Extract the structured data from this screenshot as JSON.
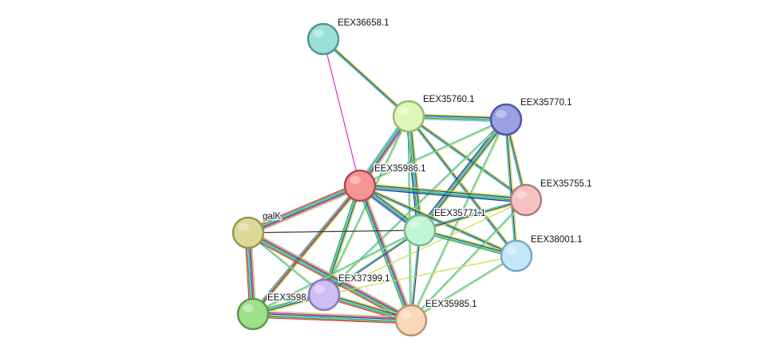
{
  "network": {
    "nodes": [
      {
        "id": "EEX36658.1",
        "label": "EEX36658.1",
        "color": "#9be0d6",
        "stroke": "#4f9b92"
      },
      {
        "id": "EEX35760.1",
        "label": "EEX35760.1",
        "color": "#def7b8",
        "stroke": "#9ab87a"
      },
      {
        "id": "EEX35770.1",
        "label": "EEX35770.1",
        "color": "#9aa0e2",
        "stroke": "#4e55a8"
      },
      {
        "id": "EEX35986.1",
        "label": "EEX35986.1",
        "color": "#f59494",
        "stroke": "#b04a4a"
      },
      {
        "id": "EEX35755.1",
        "label": "EEX35755.1",
        "color": "#f6c2c2",
        "stroke": "#b07c7c"
      },
      {
        "id": "galK",
        "label": "galK",
        "color": "#dcd898",
        "stroke": "#999650"
      },
      {
        "id": "EEX35771.1",
        "label": "EEX35771.1",
        "color": "#c2f5d6",
        "stroke": "#7bb894"
      },
      {
        "id": "EEX38001.1",
        "label": "EEX38001.1",
        "color": "#c4e6f8",
        "stroke": "#7aa8c0"
      },
      {
        "id": "EEX37399.1",
        "label": "EEX37399.1",
        "color": "#cfbef4",
        "stroke": "#8a78b8"
      },
      {
        "id": "EEX3598",
        "label": "EEX3598",
        "color": "#9ee08c",
        "stroke": "#5a9c4a"
      },
      {
        "id": "EEX35985.1",
        "label": "EEX35985.1",
        "color": "#f8d8b6",
        "stroke": "#b8966e"
      }
    ],
    "edges": [
      {
        "source": "EEX36658.1",
        "target": "EEX35760.1",
        "types": [
          "textmining",
          "coexpression",
          "database"
        ]
      },
      {
        "source": "EEX36658.1",
        "target": "EEX35986.1",
        "types": [
          "experiments"
        ]
      },
      {
        "source": "EEX35760.1",
        "target": "EEX35770.1",
        "types": [
          "textmining",
          "coexpression",
          "database",
          "neighborhood",
          "homology"
        ]
      },
      {
        "source": "EEX35760.1",
        "target": "EEX35986.1",
        "types": [
          "textmining",
          "experiments",
          "coexpression",
          "database",
          "neighborhood",
          "homology"
        ]
      },
      {
        "source": "EEX35760.1",
        "target": "EEX35755.1",
        "types": [
          "textmining",
          "coexpression",
          "database"
        ]
      },
      {
        "source": "EEX35760.1",
        "target": "EEX35771.1",
        "types": [
          "textmining",
          "coexpression",
          "database",
          "neighborhood",
          "cooccurrence"
        ]
      },
      {
        "source": "EEX35760.1",
        "target": "EEX38001.1",
        "types": [
          "textmining",
          "coexpression",
          "database"
        ]
      },
      {
        "source": "EEX35760.1",
        "target": "EEX37399.1",
        "types": [
          "textmining",
          "database"
        ]
      },
      {
        "source": "EEX35760.1",
        "target": "EEX35985.1",
        "types": [
          "textmining",
          "database"
        ]
      },
      {
        "source": "EEX35770.1",
        "target": "EEX35986.1",
        "types": [
          "textmining",
          "database"
        ]
      },
      {
        "source": "EEX35770.1",
        "target": "EEX35755.1",
        "types": [
          "textmining",
          "coexpression",
          "database"
        ]
      },
      {
        "source": "EEX35770.1",
        "target": "EEX35771.1",
        "types": [
          "textmining",
          "coexpression",
          "database",
          "neighborhood",
          "cooccurrence"
        ]
      },
      {
        "source": "EEX35770.1",
        "target": "EEX38001.1",
        "types": [
          "textmining",
          "coexpression",
          "database"
        ]
      },
      {
        "source": "EEX35770.1",
        "target": "EEX37399.1",
        "types": [
          "textmining",
          "database"
        ]
      },
      {
        "source": "EEX35770.1",
        "target": "EEX35985.1",
        "types": [
          "textmining",
          "database"
        ]
      },
      {
        "source": "EEX35986.1",
        "target": "EEX35755.1",
        "types": [
          "textmining",
          "coexpression",
          "database",
          "neighborhood",
          "cooccurrence"
        ]
      },
      {
        "source": "EEX35986.1",
        "target": "galK",
        "types": [
          "textmining",
          "experiments",
          "coexpression",
          "database",
          "neighborhood",
          "fusion"
        ]
      },
      {
        "source": "EEX35986.1",
        "target": "EEX35771.1",
        "types": [
          "textmining",
          "coexpression",
          "database",
          "neighborhood",
          "cooccurrence",
          "homology"
        ]
      },
      {
        "source": "EEX35986.1",
        "target": "EEX38001.1",
        "types": [
          "textmining",
          "coexpression",
          "database"
        ]
      },
      {
        "source": "EEX35986.1",
        "target": "EEX37399.1",
        "types": [
          "textmining",
          "coexpression",
          "database",
          "neighborhood"
        ]
      },
      {
        "source": "EEX35986.1",
        "target": "EEX3598",
        "types": [
          "textmining",
          "coexpression",
          "fusion",
          "database"
        ]
      },
      {
        "source": "EEX35986.1",
        "target": "EEX35985.1",
        "types": [
          "textmining",
          "experiments",
          "coexpression",
          "database",
          "neighborhood"
        ]
      },
      {
        "source": "EEX35755.1",
        "target": "EEX35771.1",
        "types": [
          "textmining",
          "coexpression",
          "database"
        ]
      },
      {
        "source": "EEX35755.1",
        "target": "EEX37399.1",
        "types": [
          "textmining"
        ]
      },
      {
        "source": "EEX35755.1",
        "target": "EEX35985.1",
        "types": [
          "textmining",
          "database"
        ]
      },
      {
        "source": "galK",
        "target": "EEX35771.1",
        "types": [
          "coexpression"
        ]
      },
      {
        "source": "galK",
        "target": "EEX3598",
        "types": [
          "textmining",
          "experiments",
          "coexpression",
          "database",
          "neighborhood",
          "fusion"
        ]
      },
      {
        "source": "galK",
        "target": "EEX37399.1",
        "types": [
          "textmining",
          "database"
        ]
      },
      {
        "source": "galK",
        "target": "EEX35985.1",
        "types": [
          "textmining",
          "experiments",
          "coexpression",
          "database",
          "neighborhood",
          "fusion"
        ]
      },
      {
        "source": "EEX35771.1",
        "target": "EEX38001.1",
        "types": [
          "textmining",
          "coexpression",
          "database",
          "neighborhood"
        ]
      },
      {
        "source": "EEX35771.1",
        "target": "EEX37399.1",
        "types": [
          "coexpression",
          "database"
        ]
      },
      {
        "source": "EEX35771.1",
        "target": "EEX3598",
        "types": [
          "textmining",
          "database"
        ]
      },
      {
        "source": "EEX35771.1",
        "target": "EEX35985.1",
        "types": [
          "coexpression",
          "database"
        ]
      },
      {
        "source": "EEX38001.1",
        "target": "EEX35985.1",
        "types": [
          "textmining",
          "database"
        ]
      },
      {
        "source": "EEX38001.1",
        "target": "EEX37399.1",
        "types": [
          "textmining"
        ]
      },
      {
        "source": "EEX37399.1",
        "target": "EEX3598",
        "types": [
          "textmining",
          "coexpression",
          "database",
          "neighborhood"
        ]
      },
      {
        "source": "EEX37399.1",
        "target": "EEX35985.1",
        "types": [
          "textmining",
          "coexpression",
          "database",
          "neighborhood",
          "fusion"
        ]
      },
      {
        "source": "EEX3598",
        "target": "EEX35985.1",
        "types": [
          "textmining",
          "experiments",
          "coexpression",
          "database",
          "neighborhood",
          "fusion"
        ]
      }
    ],
    "edge_colors": {
      "textmining": "#c8dc4a",
      "coexpression": "#3c3c3c",
      "database": "#2ab8c8",
      "experiments": "#cc33cc",
      "neighborhood": "#22aa33",
      "fusion": "#e8262a",
      "cooccurrence": "#2222cc",
      "homology": "#aab8f0"
    }
  }
}
